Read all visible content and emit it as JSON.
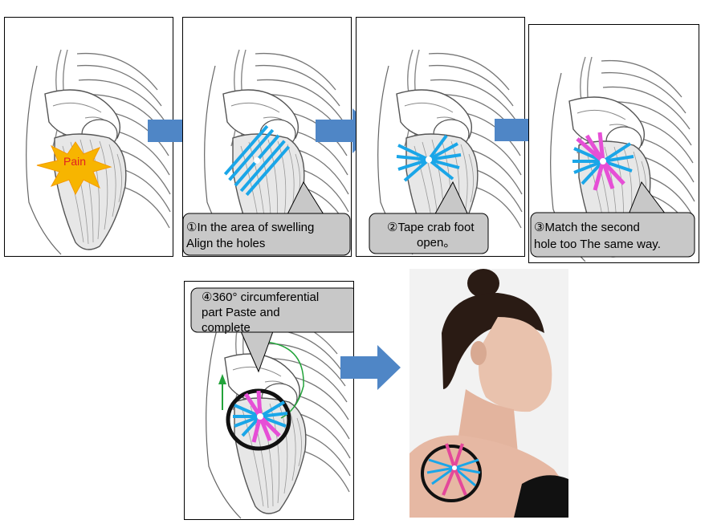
{
  "steps": [
    {
      "pain_label": "Pain"
    },
    {
      "line1": "①In the area of swelling",
      "line2": "Align the holes"
    },
    {
      "line1": "②Tape crab foot",
      "line2": "open。"
    },
    {
      "line1": "③Match the second",
      "line2": "hole too The same way."
    },
    {
      "line1": "④360° circumferential",
      "line2": "part Paste and",
      "line3": "complete"
    }
  ],
  "colors": {
    "arrow": "#4f86c6",
    "tape_blue": "#1aa6e8",
    "tape_pink": "#e64fd6",
    "pain_star": "#f7b500",
    "callout_fill": "#c8c8c8",
    "rotation_arrow": "#22a33a",
    "circle_outline": "#111111"
  },
  "icons": [
    "right-arrow-icon",
    "pain-star-icon",
    "kinesiology-tape-icon",
    "rotation-arrow-icon"
  ]
}
